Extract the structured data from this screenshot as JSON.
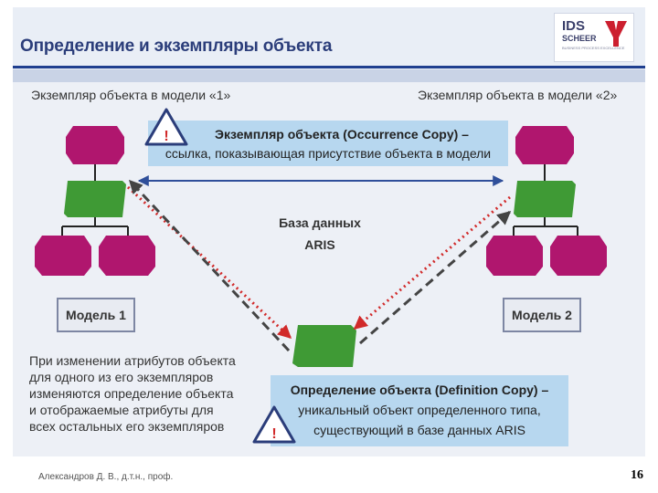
{
  "slide": {
    "title": "Определение и экземпляры объекта",
    "logo": {
      "line1": "IDS",
      "line2": "SCHEER",
      "line3": "BUSINESS PROCESS EXCELLENCE"
    },
    "model1_caption": "Экземпляр объекта в модели «1»",
    "model2_caption": "Экземпляр объекта в модели «2»",
    "occurrence_box": {
      "line1": "Экземпляр объекта (Occurrence Copy) –",
      "line2": "ссылка, показывающая присутствие объекта в модели"
    },
    "database": {
      "line1": "База данных",
      "line2": "ARIS"
    },
    "model1_label": "Модель 1",
    "model2_label": "Модель 2",
    "paragraph": [
      "При изменении атрибутов объекта",
      "для одного из его экземпляров",
      "изменяются определение объекта",
      "и отображаемые атрибуты для",
      "всех остальных его экземпляров"
    ],
    "definition_box": {
      "line1": "Определение объекта (Definition Copy) –",
      "line2": "уникальный объект определенного типа,",
      "line3": "существующий в базе данных ARIS"
    },
    "warning_symbol": "!",
    "footer": "Александров Д. В., д.т.н., проф.",
    "page_number": "16"
  },
  "colors": {
    "title": "#2b3d7a",
    "accent_line": "#1f3f8f",
    "magenta_object": "#b0166e",
    "green_object": "#3f9a35",
    "info_box": "#b7d7ef",
    "red_dotted": "#d12a2a",
    "dashed_gray": "#444444",
    "double_arrow": "#2f4f9a"
  },
  "icons": [
    "warning-triangle-icon",
    "ids-scheer-logo"
  ]
}
